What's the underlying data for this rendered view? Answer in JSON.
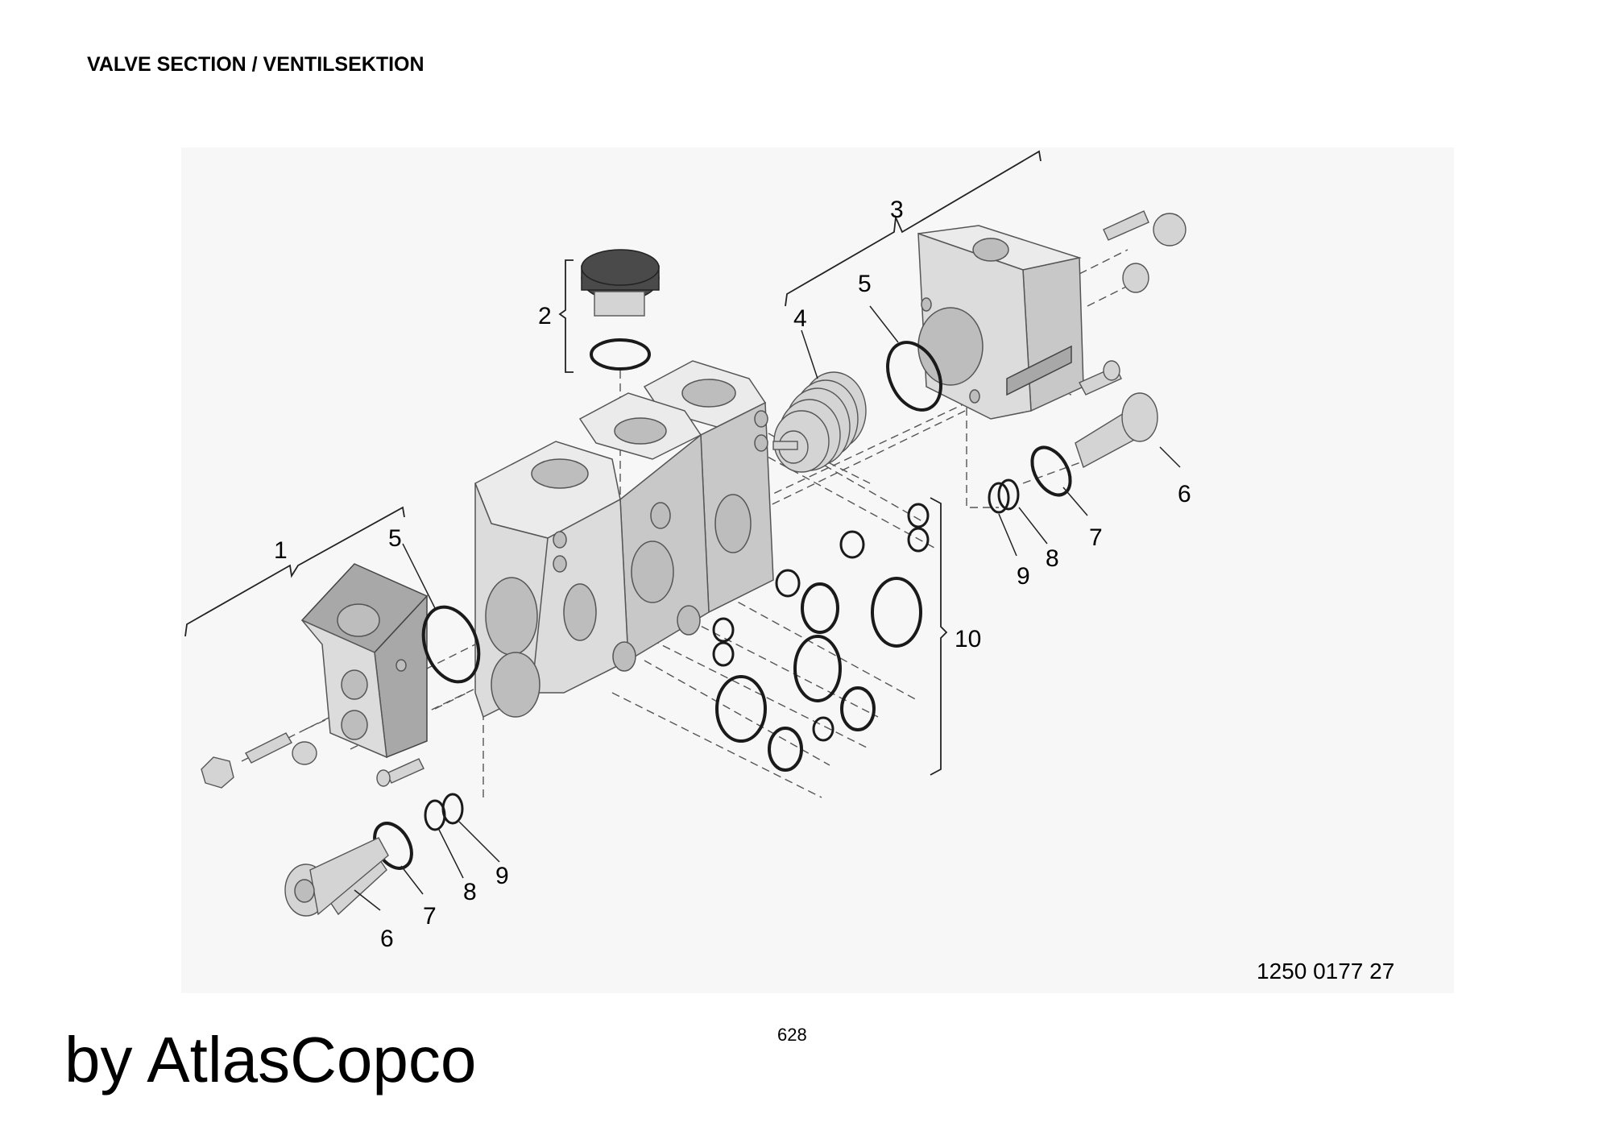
{
  "header": {
    "title": "VALVE SECTION / VENTILSEKTION"
  },
  "figure": {
    "drawing_number": "1250 0177 27",
    "callouts": {
      "c1": "1",
      "c2": "2",
      "c3": "3",
      "c4": "4",
      "c5_left": "5",
      "c5_right": "5",
      "c6_left": "6",
      "c6_right": "6",
      "c7_left": "7",
      "c7_right": "7",
      "c8_left": "8",
      "c8_right": "8",
      "c9_left": "9",
      "c9_right": "9",
      "c10": "10"
    }
  },
  "footer": {
    "page_number": "628",
    "watermark": "by AtlasCopco"
  }
}
